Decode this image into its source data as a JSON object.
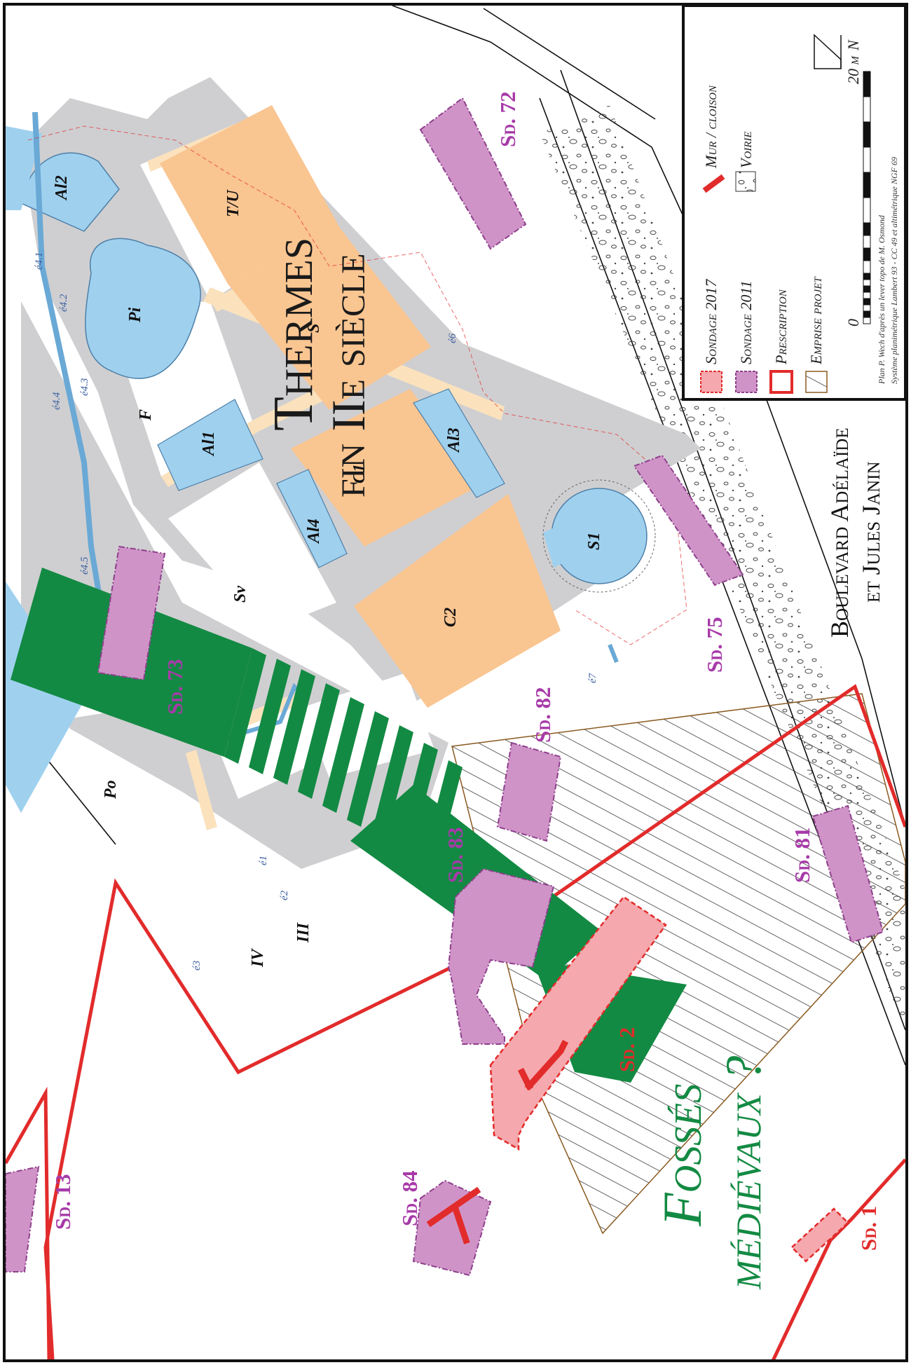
{
  "colors": {
    "basin": "#9fd1ef",
    "basin_dark": "#6aa9d6",
    "thermal_room": "#f9c591",
    "wall_grey": "#cfcfd1",
    "cream": "#fbe2bd",
    "sondage_2011": "#cf93c7",
    "sondage_2011_border": "#8e3f8c",
    "sondage_2017": "#f5a8ad",
    "sondage_2017_border": "#e2252b",
    "prescription": "#e22b2b",
    "fosse_green": "#138a43",
    "label_purple": "#a73aa8",
    "label_red": "#e22b2b",
    "label_green": "#138a43"
  },
  "title": {
    "line1": "Thermes",
    "line2": "fin IIe siècle"
  },
  "green_title": {
    "line1": "Fossés",
    "line2": "médiévaux ?"
  },
  "road": {
    "line1": "Boulevard Adélaïde",
    "line2": "et Jules Janin"
  },
  "rooms": {
    "al2": "Al2",
    "pi": "Pi",
    "tu": "T/U",
    "s": "S",
    "f": "F",
    "al1": "Al1",
    "c1": "C1",
    "al3": "Al3",
    "al4": "Al4",
    "sv": "Sv",
    "s1": "S1",
    "c2": "C2",
    "po": "Po",
    "iii": "III",
    "iv": "IV"
  },
  "small_labels": {
    "e41": "é4.1",
    "e42": "é4.2",
    "e43": "é4.3",
    "e44": "é4.4",
    "e45": "é4.5",
    "e6": "é6",
    "e7": "é7",
    "e1": "é1",
    "e2": "é2",
    "e3": "é3"
  },
  "sondages": {
    "sd72": "Sd. 72",
    "sd73": "Sd. 73",
    "sd75": "Sd. 75",
    "sd82": "Sd. 82",
    "sd83": "Sd. 83",
    "sd81": "Sd. 81",
    "sd84": "Sd. 84",
    "sd13": "Sd. 13",
    "sd2": "Sd. 2",
    "sd1": "Sd. 1"
  },
  "legend": {
    "items": [
      {
        "label": "Sondage 2017",
        "icon": "pink-dashed-rect"
      },
      {
        "label": "Sondage 2011",
        "icon": "purple-dashed-rect"
      },
      {
        "label": "Prescription",
        "icon": "red-outline-square"
      },
      {
        "label": "Emprise projet",
        "icon": "hatched-square"
      },
      {
        "label": "Mur / cloison",
        "icon": "red-bar"
      },
      {
        "label": "Voirie",
        "icon": "stone-pattern-square"
      }
    ],
    "scale": {
      "start": "0",
      "end": "20 m"
    },
    "north": "N",
    "credit_line1": "Plan P. Wech d'après un lever topo de M. Osmond",
    "credit_line2": "Système planimétrique Lambert 93 - CC 49 et altimétrique NGF 69"
  }
}
